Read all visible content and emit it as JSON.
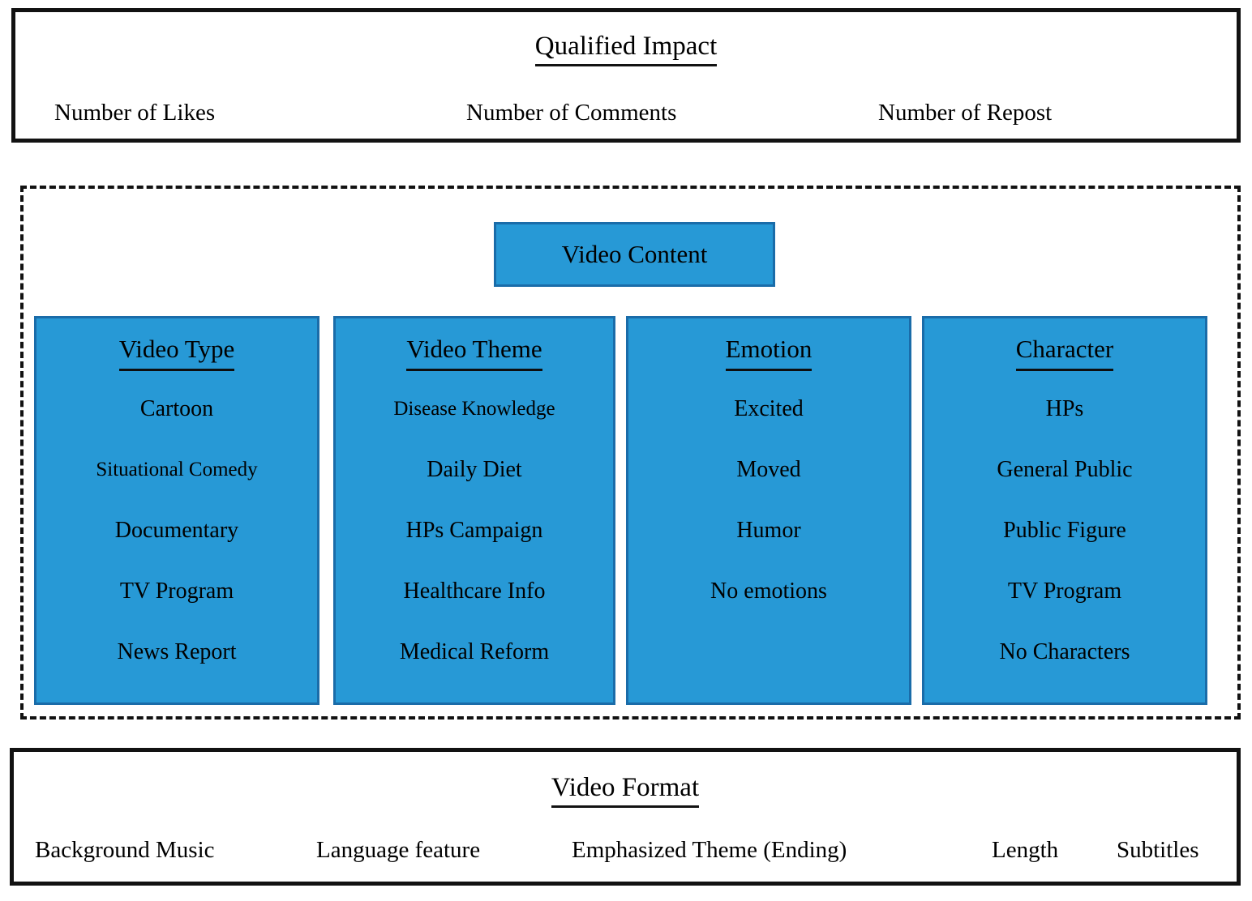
{
  "colors": {
    "box_fill": "#2799D6",
    "box_border": "#1A6CA9",
    "line": "#121212"
  },
  "qualified_impact": {
    "title": "Qualified Impact",
    "items": [
      "Number of Likes",
      "Number of Comments",
      "Number of Repost"
    ]
  },
  "video_content": {
    "title": "Video Content",
    "columns": [
      {
        "title": "Video Type",
        "items": [
          "Cartoon",
          "Situational Comedy",
          "Documentary",
          "TV Program",
          "News Report"
        ]
      },
      {
        "title": "Video Theme",
        "items": [
          "Disease Knowledge",
          "Daily Diet",
          "HPs Campaign",
          "Healthcare Info",
          "Medical Reform"
        ]
      },
      {
        "title": "Emotion",
        "items": [
          "Excited",
          "Moved",
          "Humor",
          "No emotions"
        ]
      },
      {
        "title": "Character",
        "items": [
          "HPs",
          "General Public",
          "Public Figure",
          "TV Program",
          "No Characters"
        ]
      }
    ]
  },
  "video_format": {
    "title": "Video Format",
    "items": [
      "Background Music",
      "Language feature",
      "Emphasized Theme (Ending)",
      "Length",
      "Subtitles"
    ]
  }
}
